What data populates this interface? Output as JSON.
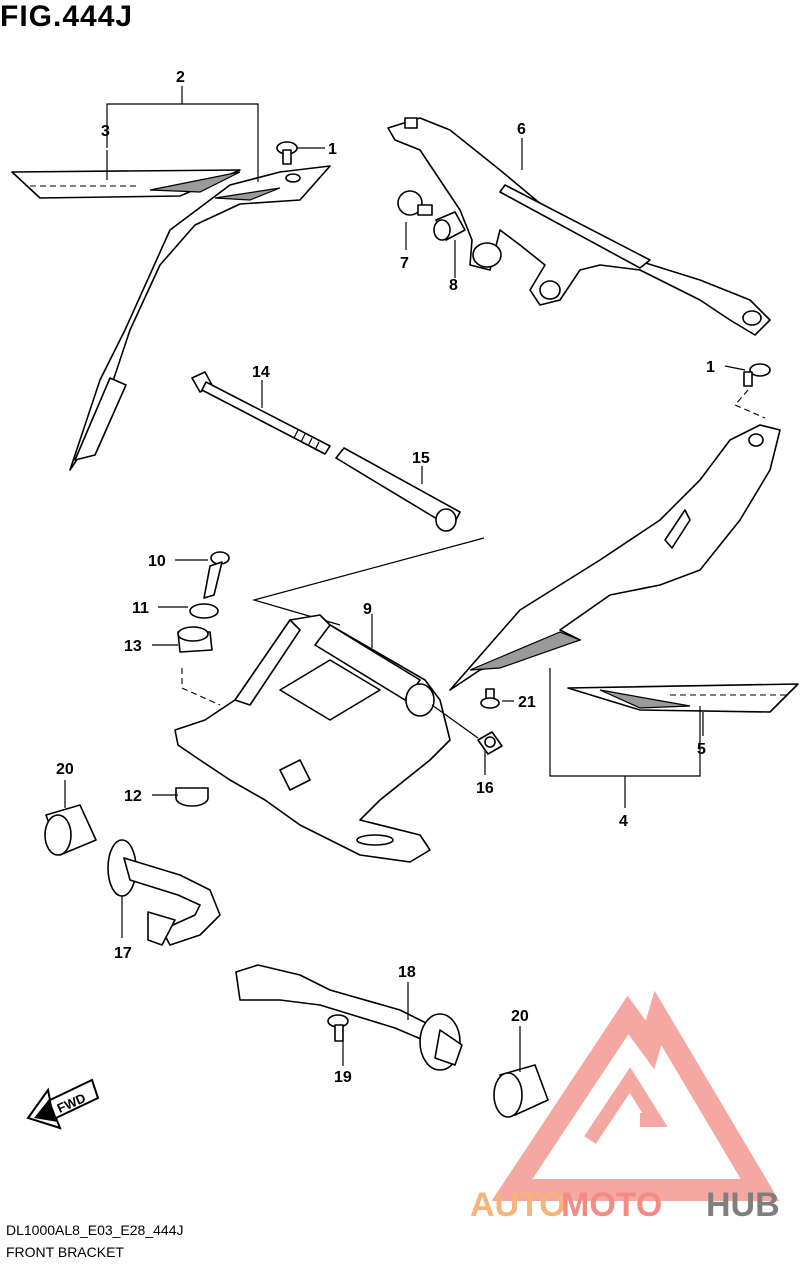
{
  "figure": {
    "title": "FIG.444J"
  },
  "footer": {
    "model_code": "DL1000AL8_E03_E28_444J",
    "caption": "FRONT BRACKET"
  },
  "callouts": {
    "c1a": "1",
    "c1b": "1",
    "c2": "2",
    "c3": "3",
    "c4": "4",
    "c5": "5",
    "c6": "6",
    "c7": "7",
    "c8": "8",
    "c9": "9",
    "c10": "10",
    "c11": "11",
    "c12": "12",
    "c13": "13",
    "c14": "14",
    "c15": "15",
    "c16": "16",
    "c17": "17",
    "c18": "18",
    "c19": "19",
    "c20a": "20",
    "c20b": "20",
    "c21": "21"
  },
  "fwd_label": "FWD",
  "watermark": {
    "part1": "AUTO",
    "part2": "MOTO",
    "part3": "HUB",
    "color1": "#f4b47a",
    "color2": "#f28b84",
    "color3": "#8a8a8a"
  }
}
